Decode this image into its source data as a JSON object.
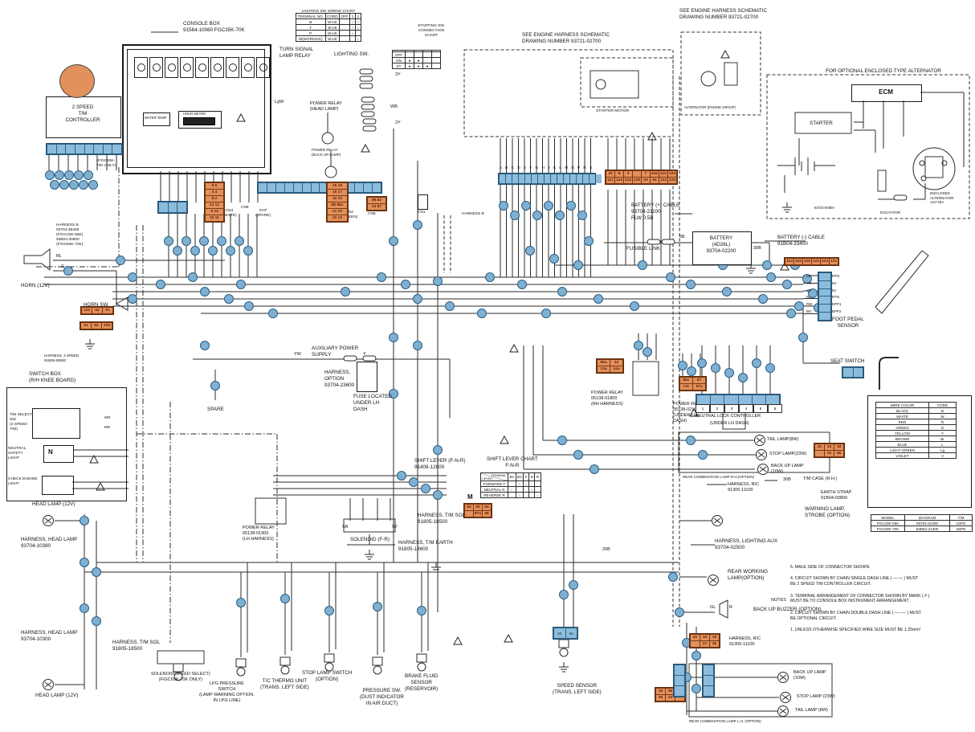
{
  "labels": {
    "console_box": "CONSOLE BOX\n91564-10060 FGC35K-70K",
    "water_temp": "WATER TEMP",
    "hour_meter": "HOUR METER",
    "turn_signal": "TURN SIGNAL\nLAMP RELAY",
    "lighting_sw": "LIGHTING SW.",
    "relay_head": "POWER RELAY\n(HEAD LAMP)",
    "relay_backup": "POWER RELAY\n(BACK UP LAMP)",
    "starting_chart": "STARTING SW.\nCONNECTION\nCHART",
    "see_engine_1": "SEE ENGINE HARNESS SCHEMATIC\nDRAWING NUMBER    93721-02700",
    "see_engine_2": "SEE ENGINE HARNESS SCHEMATIC\nDRAWING NUMBER    93721-02700",
    "starter_motor": "STARTER MOTOR",
    "alternator_engine": "ALTERNATOR (ENGINE GROUP)",
    "optional_alt": "FOR OPTIONAL ENCLOSED TYPE ALTERNATOR",
    "ecm": "ECM",
    "starter_right": "STARTER",
    "enclosed_alt": "ENCLOSED\nALTERNATOR\n12V-45A",
    "excitator": "EXCITATOR",
    "alt_part": "93720-00800",
    "battery_p_cable": "BATTERY (+) CABLE\n93704-21100\nFLW 0.5B",
    "fusible_link": "FUSIBLE LINK",
    "battery": "BATTERY\n(4D26L)\n93704-02200",
    "battery_n_cable": "BATTERY (-) CABLE\n91B04-33400",
    "harness_b1": "HARNESS B\n93704-36400\n(F/GC20K-55K)\n93B04-30800\n(F/GC60K-70K)",
    "harness_b2": "HARNESS B",
    "horn": "HORN (12V)",
    "horn_sw": "HORN SW.",
    "controller_2speed": "2 SPEED\nT/M\nCONTROLLER",
    "fgc_only": "(F/GC60K-\n70K ONLY)",
    "switch_box": "SWITCH BOX\n(R/H KNEE BOARD)",
    "tm_select": "T/M SELECT SW\n(2 SPEED T/M)",
    "neutral_safety": "NEUTRAL SAFETY\nLIGHT",
    "n_letter": "N",
    "check_engine": "CHECK ENGINE\nLIGHT",
    "harness_2speed": "HARNESS, 2 SPEED\n91B05-28900",
    "aux_power": "AUXILIARY POWER\nSUPPLY",
    "spare": "SPARE",
    "fuse_located": "FUSE LOCATED\nUNDER LH\nDASH",
    "harness_option": "HARNESS,\nOPTION\n93704-23600",
    "cn3": "CN3\n(WHITE)",
    "cn9": "CN9",
    "cn7": "CN7\n(SPARE)",
    "cn2": "CN2\n(GREEN)",
    "cn8": "CN8",
    "cn1": "CN1",
    "relay_rh": "POWER RELAY\n05138-01800\n(RH HARNESS)",
    "relay_lh_dash": "POWER RELAY\n05138-02100\n(UNDER LH\nDASH)",
    "neutral_lock": "NEUTRAL LOCK CONTROLLER",
    "neutral_lock2": "(UNDER LH DASH)",
    "tail_rh": "TAIL LAMP(8W)",
    "stop_rh": "STOP LAMP(23W)",
    "backup_rh": "BACK UP LAMP\n(10W)",
    "rearcomb_rh": "REAR COMBINATION LAMP R.H.(OPTION)",
    "harness_rc1": "HARNESS, R/C\n91305-11100",
    "tm_case": "T/M CASE (R.H.)",
    "earth_strap": "EARTH STRAP\n91B04-03800",
    "warning_lamp": "WARNING LAMP,\nSTROBE (OPTION)",
    "harness_aux": "HARNESS, LIGHTING AUX\n93704-02500",
    "rear_working": "REAR WORKING\nLAMP(OPTION)",
    "backup_buzzer": "BACK UP BUZZER (OPTION)",
    "harness_rc2": "HARNESS, R/C\n91305-11100",
    "backup_lh": "BACK UP LAMP\n(10W)",
    "stop_lh": "STOP LAMP (23W)",
    "tail_lh": "TAIL LAMP (8W)",
    "rearcomb_lh": "REAR COMBINATION LAMP L.H. (OPTION)",
    "speed_sensor": "SPEED SENSOR\n(TRANS. LEFT SIDE)",
    "brake_fluid": "BRAKE FLUID\nSENSOR\n(RESERVOIR)",
    "pressure_sw": "PRESSURE SW.\n(DUST INDICATOR\nIN AIR DUCT)",
    "stop_lamp_sw": "STOP LAMP SWITCH\n(OPTION)",
    "tc_thermo": "T/C THERMO UNIT\n(TRANS. LEFT SIDE)",
    "lpg": "LPG PRESSURE\nSWITCH\n(LAMP WARNING OPTION,\nIN LPG LINE)",
    "solenoid_speed": "SOLENOID(SPEED SELECT)\n(F/GC60K-70K ONLY)",
    "harness_tmsol1": "HARNESS, T/M SOL\n91805-18500",
    "headlamp_top": "HEAD LAMP (12V)",
    "harness_hl1": "HARNESS, HEAD LAMP\n93704-10380",
    "harness_hl2": "HARNESS, HEAD LAMP\n93704-10300",
    "headlamp_bottom": "HEAD LAMP (12V)",
    "relay_lh_harness": "POWER RELAY\n05138-01900\n(LH HARNESS)",
    "shift_lever": "SHIFT LEVER (F-N-R)\n91406-12800",
    "shift_chart_title": "SHIFT LEVER CHART\nF-N-R",
    "harness_tmsol2": "HARNESS, T/M SOL\n91805-18500",
    "harness_tmearth": "HARNESS, T/M EARTH\n91805-18600",
    "solenoid_fr": "SOLENOID (F-R)",
    "sr": "SR",
    "sf": "SF",
    "m_mark": "M",
    "foot_pedal": "FOOT PEDAL\nSENSOR",
    "seat_switch": "SEAT SWITCH",
    "letters_row": "A B C D E F G H J K L M N P R S"
  },
  "wire_tags": {
    "w3y": "3Y",
    "wwb": "WB",
    "w2y": "2Y",
    "wlgw": "LgW",
    "wrl": "RL",
    "wg": "G",
    "wyw": "YW",
    "wy": "Y",
    "w30b": "30B",
    "wgl": "GL",
    "wr": "R",
    "w5b": "5B",
    "w20b": "20B",
    "wwr": "WR",
    "wbw": "BW"
  },
  "tables": {
    "lighting": {
      "title": "LIGHTING SW. WIRING CHART",
      "headers": [
        "TERMINAL NO.",
        "CORD",
        "OFF",
        "1",
        "2"
      ],
      "rows": [
        {
          "t": "B",
          "cord": "W-LB",
          "c": [
            "",
            "○",
            "○"
          ]
        },
        {
          "t": "T",
          "cord": "W-LB",
          "c": [
            "",
            "○",
            "○"
          ]
        },
        {
          "t": "P",
          "cord": "W-LB",
          "c": [
            "",
            "○",
            ""
          ]
        },
        {
          "t": "W(WORKING)",
          "cord": "W-LB",
          "c": [
            "",
            "",
            "○"
          ]
        }
      ]
    },
    "starting": {
      "rows": [
        {
          "label": "OFF",
          "c": [
            "",
            "",
            "",
            ""
          ]
        },
        {
          "label": "ON",
          "c": [
            "●",
            "●",
            "",
            ""
          ]
        },
        {
          "label": "ST",
          "c": [
            "●",
            "●",
            "●",
            ""
          ]
        }
      ]
    },
    "shift_chart": {
      "corner_top": "TERMINAL",
      "corner_bottom": "LEVER",
      "cols": [
        "B1",
        "B2",
        "F",
        "N",
        "R"
      ],
      "rows": [
        {
          "label": "FORWARD F",
          "c": [
            "",
            "○",
            "○",
            "",
            ""
          ]
        },
        {
          "label": "NEUTRAL N",
          "c": [
            "○",
            "",
            "",
            "○",
            ""
          ]
        },
        {
          "label": "REVERSE R",
          "c": [
            "",
            "○",
            "",
            "",
            "○"
          ]
        }
      ]
    },
    "wire_color": {
      "headers": [
        "WIRE COLOR",
        "CODE"
      ],
      "rows": [
        [
          "BLACK",
          "B"
        ],
        [
          "WHITE",
          "W"
        ],
        [
          "RED",
          "R"
        ],
        [
          "GREEN",
          "G"
        ],
        [
          "YELLOW",
          "Y"
        ],
        [
          "BROWN",
          "Br"
        ],
        [
          "BLUE",
          "L"
        ],
        [
          "LIGHT GREEN",
          "Lg"
        ],
        [
          "VIOLET",
          "V"
        ]
      ]
    },
    "model": {
      "headers": [
        "MODEL",
        "DIAGRAM",
        "T/M"
      ],
      "rows": [
        [
          "FGC20K-55K",
          "93704-21300",
          "1SPD"
        ],
        [
          "FGC60K-70K",
          "93B04-21300",
          "2SPD"
        ]
      ]
    }
  },
  "notes": {
    "heading": "NOTES",
    "lines": [
      "5. MALE SIDE OF CONNECTOR SHOWN.",
      "4. CIRCUIT SHOWN BY CHAIN SINGLE DASH LINE ( —·— ) MUST\n    BE 2 SPEED T/M CONTROLLER CIRCUIT.",
      "3. TERMINAL ARRANGEMENT OF CONNECTOR SHOWN BY MARK ( # )\n    MUST BE TO CONSOLE BOX INSTRUMENT ARRANGEMENT.",
      "2. CIRCUIT SHOWN BY CHAIN DOUBLE DASH LINE ( —··— ) MUST\n    BE OPTIONAL CIRCUIT.",
      "1. UNLESS OTHERWISE SPECIFIED WIRE SIZE MUST BE 1.25mm²"
    ]
  },
  "connectors": {
    "round": {
      "rows": [
        "61 62",
        "64 65 66 63",
        "68  69 70"
      ]
    },
    "cn3_rows": [
      "6 5",
      "3 4",
      "8 2",
      "13 12",
      "9 14",
      "10 11"
    ],
    "cn2_rows": [
      "15 19",
      "16 17",
      "32 23",
      "88 85a",
      "21 20",
      "22 15"
    ],
    "cn8_rows": [
      "85 82",
      "24 87"
    ],
    "engine_r1": [
      "32",
      "8",
      "3",
      "",
      "7",
      "24a",
      "110",
      "104"
    ],
    "engine_r2": [
      "121",
      "124",
      "123",
      "125",
      "63",
      "84",
      "122",
      "126"
    ],
    "foot_strip": [
      "123",
      "126",
      "125",
      "122",
      "124",
      "121"
    ],
    "foot_rows": [
      [
        "LB",
        "RTN"
      ],
      [
        "YR",
        "5V"
      ],
      [
        "YR",
        "5V"
      ],
      [
        "RL",
        "RTN"
      ],
      [
        "RW",
        "EPP1"
      ],
      [
        "BG",
        "EPP2"
      ]
    ],
    "relay_rh_grid": [
      [
        "85a",
        "24"
      ],
      [
        "13a",
        "24a"
      ]
    ],
    "relay_lh_grid": [
      [
        "85c",
        "87"
      ],
      [
        "13c",
        "87a"
      ]
    ],
    "rc_grid_a": [
      [
        "41",
        "34",
        "18"
      ],
      [
        "",
        "23",
        "46"
      ]
    ],
    "rc_grid_b": [
      [
        "18",
        "56",
        ""
      ],
      [
        "45",
        "23",
        ""
      ]
    ],
    "sol_grid": [
      [
        "83",
        "85",
        "84"
      ],
      [
        "",
        "87a",
        "86"
      ]
    ],
    "pill_a": [
      "123",
      "62",
      "61"
    ],
    "pill_b": [
      "61",
      "62",
      "105"
    ],
    "neutral_pins": [
      "1",
      "2",
      "3",
      "4",
      "5",
      "6"
    ],
    "speed_pins": [
      "63",
      "64"
    ]
  }
}
